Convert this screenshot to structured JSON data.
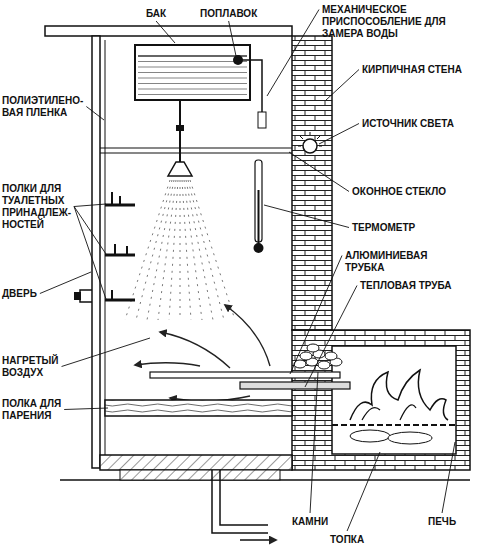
{
  "diagram": {
    "labels": [
      "БАК",
      "ПОПЛАВОК",
      "МЕХАНИЧЕСКОЕ ПРИСПОСОБЛЕНИЕ ДЛЯ ЗАМЕРА ВОДЫ",
      "КИРПИЧНАЯ СТЕНА",
      "ИСТОЧНИК СВЕТА",
      "ПОЛИЭТИЛЕНО- ВАЯ ПЛЕНКА",
      "ОКОННОЕ СТЕКЛО",
      "ПОЛКИ ДЛЯ ТУАЛЕТНЫХ ПРИНАДЛЕЖ- НОСТЕЙ",
      "ТЕРМОМЕТР",
      "АЛЮМИНИЕВАЯ ТРУБКА",
      "ДВЕРЬ",
      "ТЕПЛОВАЯ ТРУБА",
      "НАГРЕТЫЙ ВОЗДУХ",
      "ПОЛКА ДЛЯ ПАРЕНИЯ",
      "КАМНИ",
      "ТОПКА",
      "ПЕЧЬ"
    ]
  }
}
